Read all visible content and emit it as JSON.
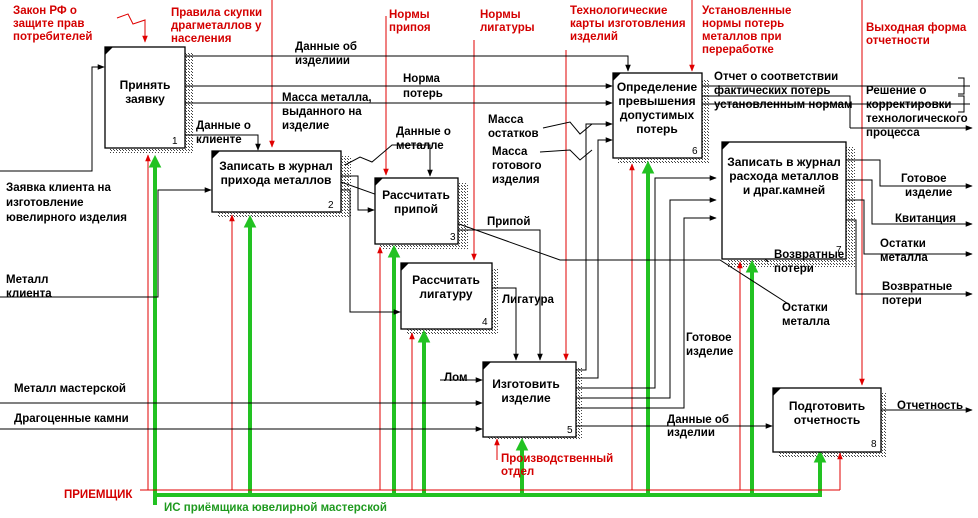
{
  "boxes": [
    {
      "label": [
        "Принять",
        "заявку"
      ],
      "num": "1"
    },
    {
      "label": [
        "Записать в журнал",
        "прихода металлов"
      ],
      "num": "2"
    },
    {
      "label": [
        "Рассчитать",
        "припой"
      ],
      "num": "3"
    },
    {
      "label": [
        "Рассчитать",
        "лигатуру"
      ],
      "num": "4"
    },
    {
      "label": [
        "Изготовить",
        "изделие"
      ],
      "num": "5"
    },
    {
      "label": [
        "Определение",
        "превышения",
        "допустимых",
        "потерь"
      ],
      "num": "6"
    },
    {
      "label": [
        "Записать в журнал",
        "расхода металлов",
        "и драг.камней"
      ],
      "num": "7"
    },
    {
      "label": [
        "Подготовить",
        "отчетность"
      ],
      "num": "8"
    }
  ],
  "controls": {
    "c1": [
      "Закон РФ о",
      "защите прав",
      "потребителей"
    ],
    "c2": [
      "Правила скупки",
      "драгметаллов у",
      "населения"
    ],
    "c3": [
      "Нормы",
      "припоя"
    ],
    "c4": [
      "Нормы",
      "лигатуры"
    ],
    "c5": [
      "Технологические",
      "карты изготовления",
      "изделий"
    ],
    "c6": [
      "Установленные",
      "нормы потерь",
      "металлов при",
      "переработке"
    ],
    "c7": [
      "Выходная форма",
      "отчетности"
    ]
  },
  "mechanisms": {
    "m1": "ПРИЕМЩИК",
    "m2": "ИС приёмщика ювелирной мастерской",
    "m3": [
      "Производственный",
      "отдел"
    ]
  },
  "inputs": {
    "i1": [
      "Заявка клиента на",
      "изготовление",
      "ювелирного изделия"
    ],
    "i2": [
      "Металл",
      "клиента"
    ],
    "i3": "Металл мастерской",
    "i4": "Драгоценные камни"
  },
  "arrows": {
    "a1": [
      "Данные об",
      "изделиии"
    ],
    "a2": [
      "Норма",
      "потерь"
    ],
    "a3": [
      "Масса металла,",
      "выданного на",
      "изделие"
    ],
    "a4": [
      "Данные о",
      "клиенте"
    ],
    "a5": [
      "Данные о",
      "металле"
    ],
    "a6": [
      "Масса",
      "остатков"
    ],
    "a7": [
      "Масса",
      "готового",
      "изделия"
    ],
    "a8": "Припой",
    "a9": "Лигатура",
    "a10": "Лом",
    "a11": [
      "Возвратные",
      "потери"
    ],
    "a12": [
      "Остатки",
      "металла"
    ],
    "a13": [
      "Готовое",
      "изделие"
    ],
    "a14": [
      "Данные об",
      "изделии"
    ]
  },
  "outputs": {
    "o1": [
      "Отчет о соответствии",
      "фактических потерь",
      "установленным нормам"
    ],
    "o2": [
      "Решение о",
      "корректировки",
      "технологического",
      "процесса"
    ],
    "o3": [
      "Готовое",
      "изделие"
    ],
    "o4": "Квитанция",
    "o5": [
      "Остатки",
      "металла"
    ],
    "o6": [
      "Возвратные",
      "потери"
    ],
    "o7": "Отчетность"
  }
}
